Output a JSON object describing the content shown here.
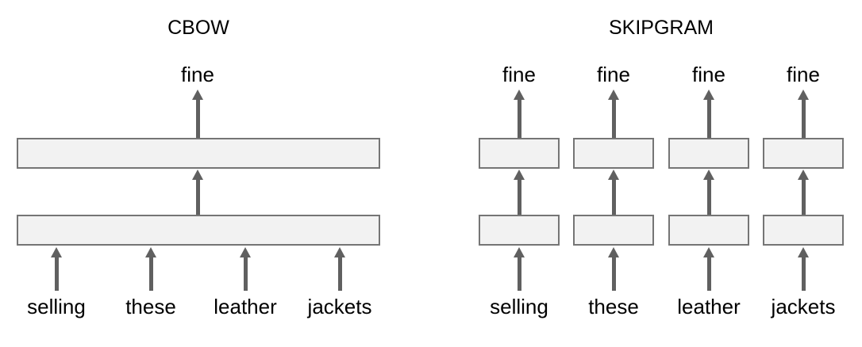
{
  "cbow": {
    "title": "CBOW",
    "output_label": "fine",
    "inputs": [
      "selling",
      "these",
      "leather",
      "jackets"
    ]
  },
  "skipgram": {
    "title": "SKIPGRAM",
    "output_labels": [
      "fine",
      "fine",
      "fine",
      "fine"
    ],
    "inputs": [
      "selling",
      "these",
      "leather",
      "jackets"
    ]
  },
  "colors": {
    "arrow": "#606060",
    "box_fill": "#f2f2f2",
    "box_border": "#757575",
    "text": "#000000",
    "background": "#ffffff"
  }
}
